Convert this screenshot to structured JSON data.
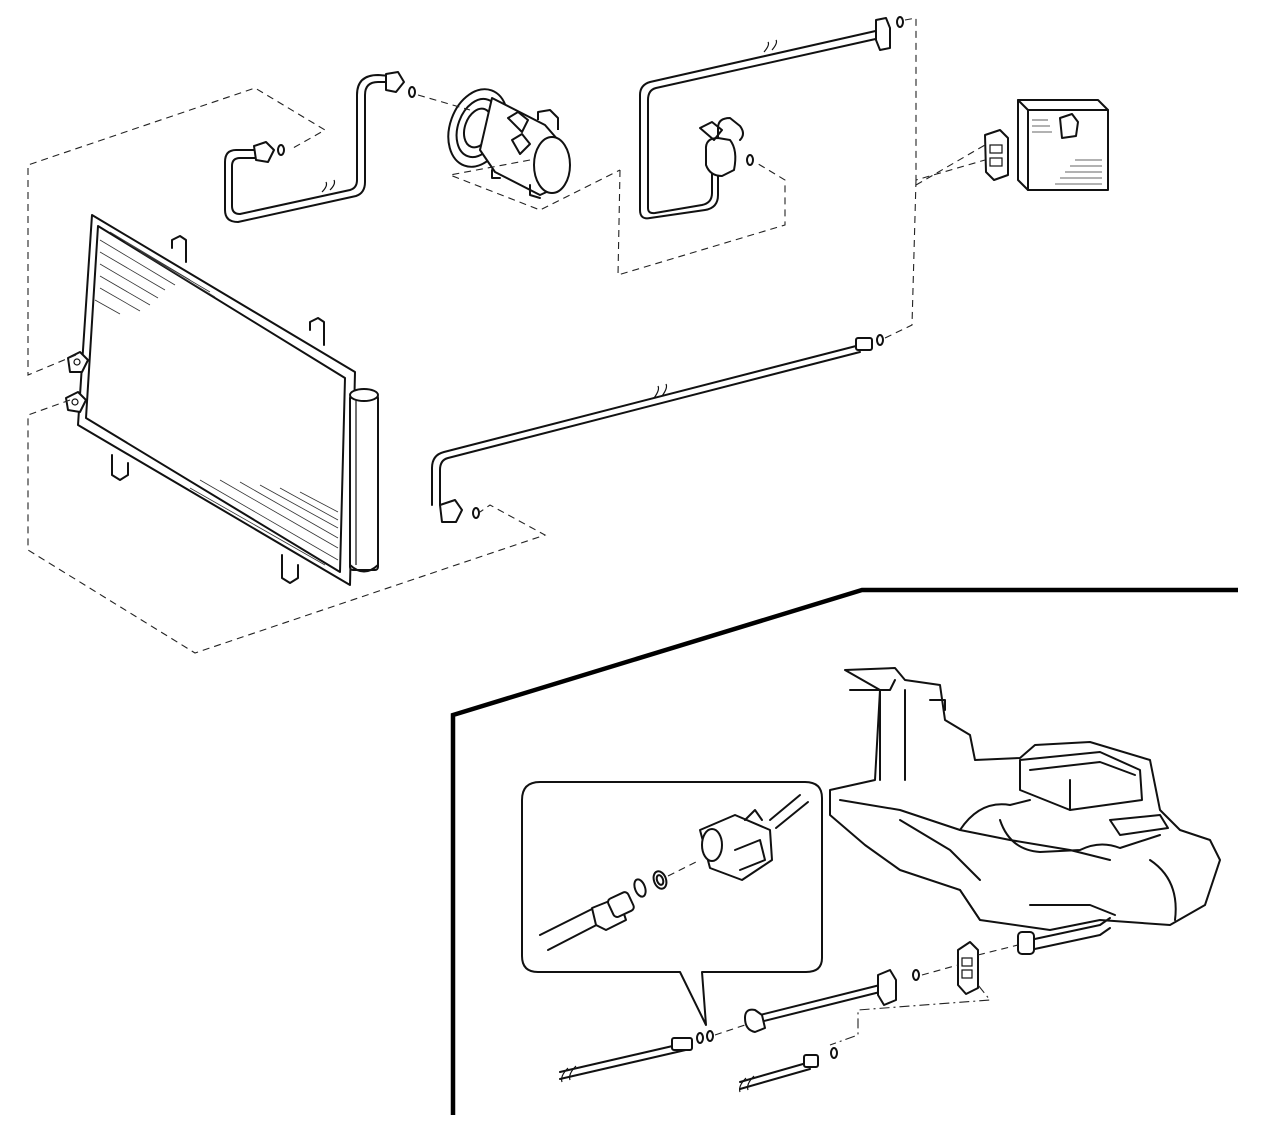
{
  "diagram": {
    "kind": "exploded-parts-illustration",
    "components": [
      {
        "id": "condenser",
        "icon": "condenser-icon"
      },
      {
        "id": "receiver-dryer",
        "icon": "receiver-dryer-icon"
      },
      {
        "id": "discharge-hose",
        "icon": "hose-icon"
      },
      {
        "id": "compressor",
        "icon": "compressor-icon"
      },
      {
        "id": "suction-hose",
        "icon": "hose-icon"
      },
      {
        "id": "liquid-tube",
        "icon": "tube-icon"
      },
      {
        "id": "expansion-valve",
        "icon": "valve-icon"
      },
      {
        "id": "evaporator",
        "icon": "evaporator-icon"
      },
      {
        "id": "heater-unit",
        "icon": "heater-unit-icon"
      },
      {
        "id": "detail-callout",
        "icon": "magnifier-callout-icon"
      }
    ],
    "colors": {
      "line": "#111111",
      "background": "#ffffff"
    }
  }
}
